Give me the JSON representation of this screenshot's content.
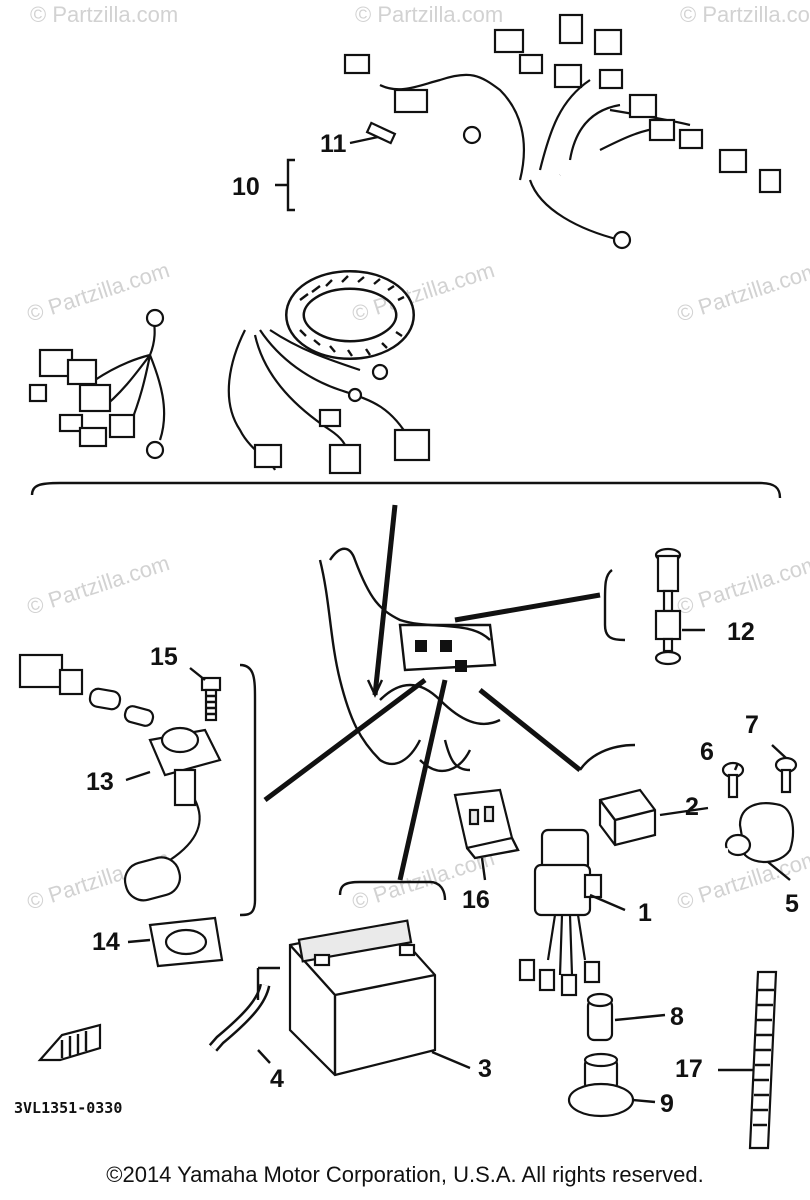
{
  "diagram_code": "3VL1351-0330",
  "watermark": "© Partzilla.com",
  "copyright": "©2014 Yamaha Motor Corporation, U.S.A. All rights reserved.",
  "callouts": {
    "c1": "1",
    "c2": "2",
    "c3": "3",
    "c4": "4",
    "c5": "5",
    "c6": "6",
    "c7": "7",
    "c8": "8",
    "c9": "9",
    "c10": "10",
    "c11": "11",
    "c12": "12",
    "c13": "13",
    "c14": "14",
    "c15": "15",
    "c16": "16",
    "c17": "17"
  },
  "icons": {
    "front_arrow": "front-direction-arrow-icon"
  }
}
